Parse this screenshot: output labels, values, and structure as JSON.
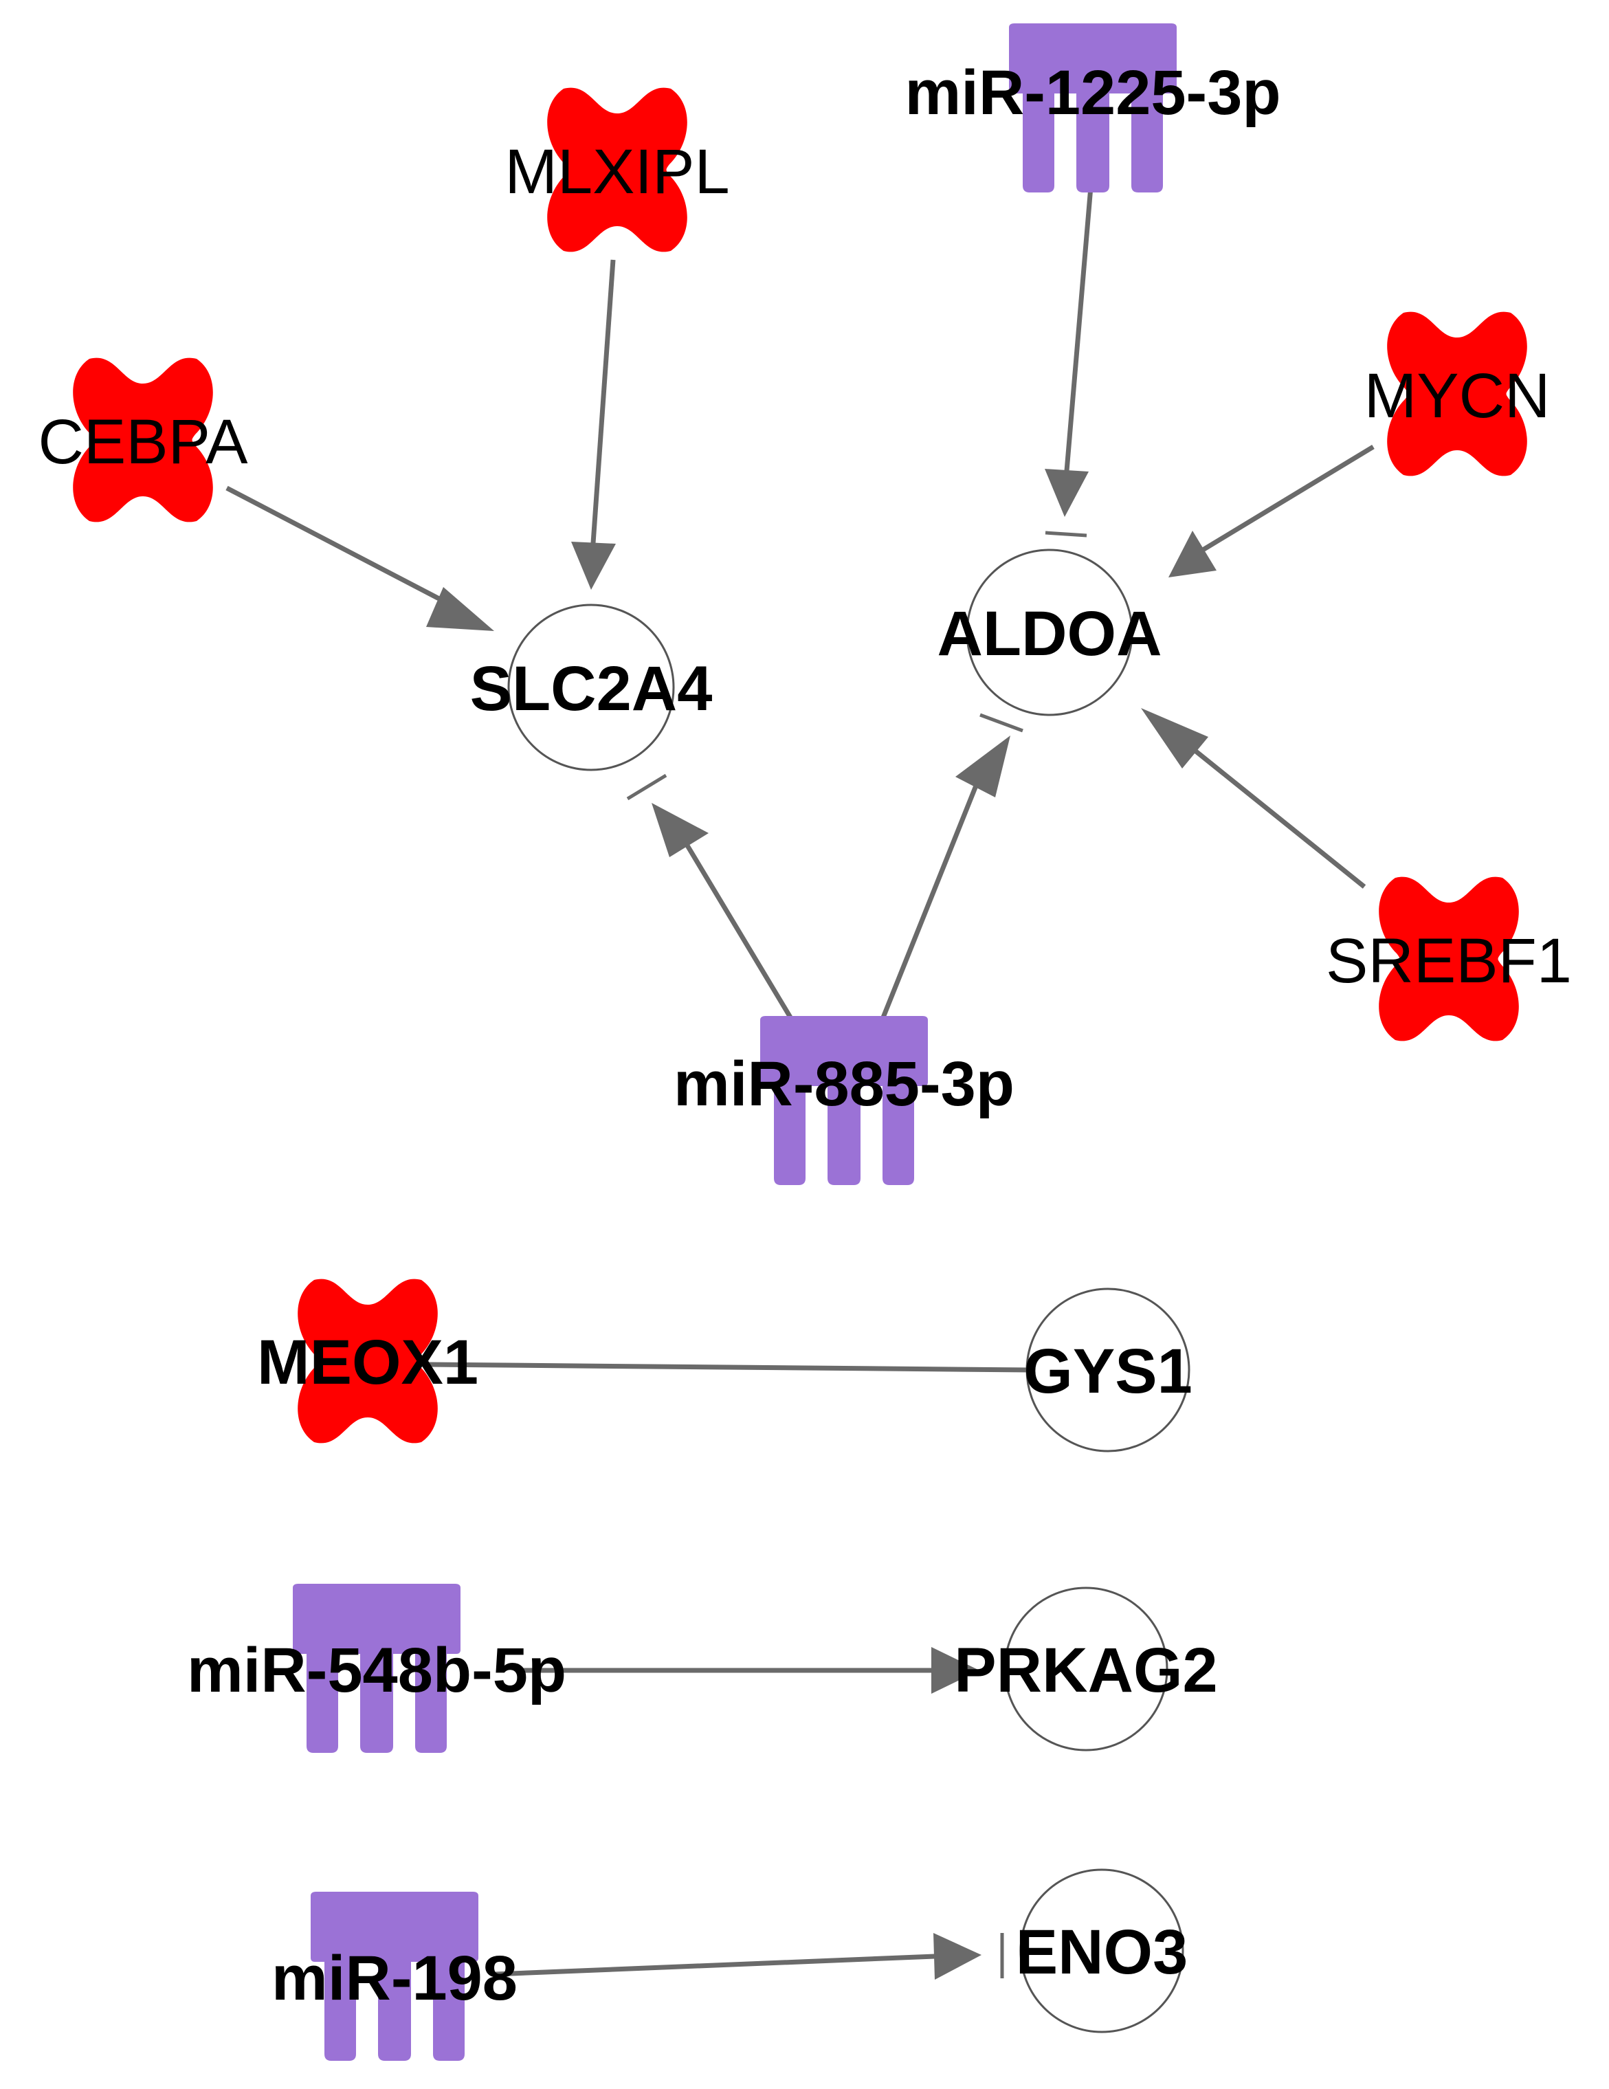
{
  "colors": {
    "transcription_regulator": "#ff0000",
    "microrna": "#9b72d6",
    "target": "#ffffff",
    "edge": "#6a6a6a",
    "label": "#000000"
  },
  "nodes": {
    "mlxipl": {
      "label": "MLXIPL",
      "kind": "transcription-regulator"
    },
    "mir1225": {
      "label": "miR-1225-3p",
      "kind": "microrna"
    },
    "cebpa": {
      "label": "CEBPA",
      "kind": "transcription-regulator"
    },
    "mycn": {
      "label": "MYCN",
      "kind": "transcription-regulator"
    },
    "slc2a4": {
      "label": "SLC2A4",
      "kind": "target"
    },
    "aldoa": {
      "label": "ALDOA",
      "kind": "target"
    },
    "srebf1": {
      "label": "SREBF1",
      "kind": "transcription-regulator"
    },
    "mir885": {
      "label": "miR-885-3p",
      "kind": "microrna"
    },
    "meox1": {
      "label": "MEOX1",
      "kind": "transcription-regulator"
    },
    "gys1": {
      "label": "GYS1",
      "kind": "target"
    },
    "mir548b": {
      "label": "miR-548b-5p",
      "kind": "microrna"
    },
    "prkag2": {
      "label": "PRKAG2",
      "kind": "target"
    },
    "mir198": {
      "label": "miR-198",
      "kind": "microrna"
    },
    "eno3": {
      "label": "ENO3",
      "kind": "target"
    }
  },
  "edges": [
    {
      "from": "MLXIPL",
      "to": "SLC2A4",
      "type": "activation"
    },
    {
      "from": "CEBPA",
      "to": "SLC2A4",
      "type": "activation"
    },
    {
      "from": "miR-885-3p",
      "to": "SLC2A4",
      "type": "inhibition-activation"
    },
    {
      "from": "miR-885-3p",
      "to": "ALDOA",
      "type": "inhibition-activation"
    },
    {
      "from": "miR-1225-3p",
      "to": "ALDOA",
      "type": "inhibition-activation"
    },
    {
      "from": "MYCN",
      "to": "ALDOA",
      "type": "activation"
    },
    {
      "from": "SREBF1",
      "to": "ALDOA",
      "type": "activation"
    },
    {
      "from": "MEOX1",
      "to": "GYS1",
      "type": "association"
    },
    {
      "from": "miR-548b-5p",
      "to": "PRKAG2",
      "type": "activation"
    },
    {
      "from": "miR-198",
      "to": "ENO3",
      "type": "inhibition-activation"
    }
  ]
}
